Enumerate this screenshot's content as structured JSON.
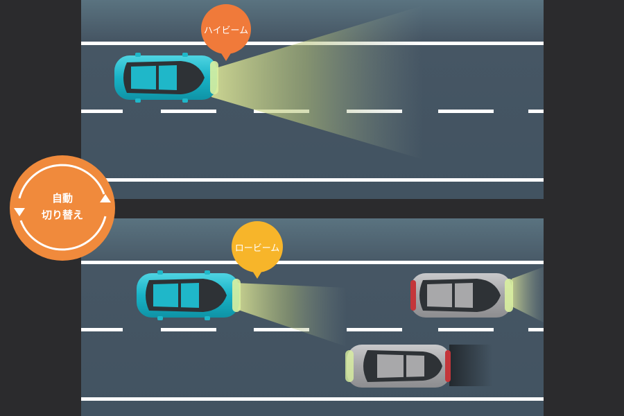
{
  "high_beam_label": "ハイビーム",
  "low_beam_label": "ロービーム",
  "switch_badge": {
    "line1": "自動",
    "line2": "切り替え"
  },
  "colors": {
    "background": "#2b2b2d",
    "road": "#465664",
    "lane_marking": "#ffffff",
    "separator": "#2b2b2d",
    "high_beam_bubble": "#f07a3a",
    "low_beam_bubble": "#f7b52a",
    "switch_badge": "#f08a3c",
    "own_car": "#1fb7c9",
    "other_car": "#a8a8aa",
    "beam_light": "#dfe8a0"
  }
}
